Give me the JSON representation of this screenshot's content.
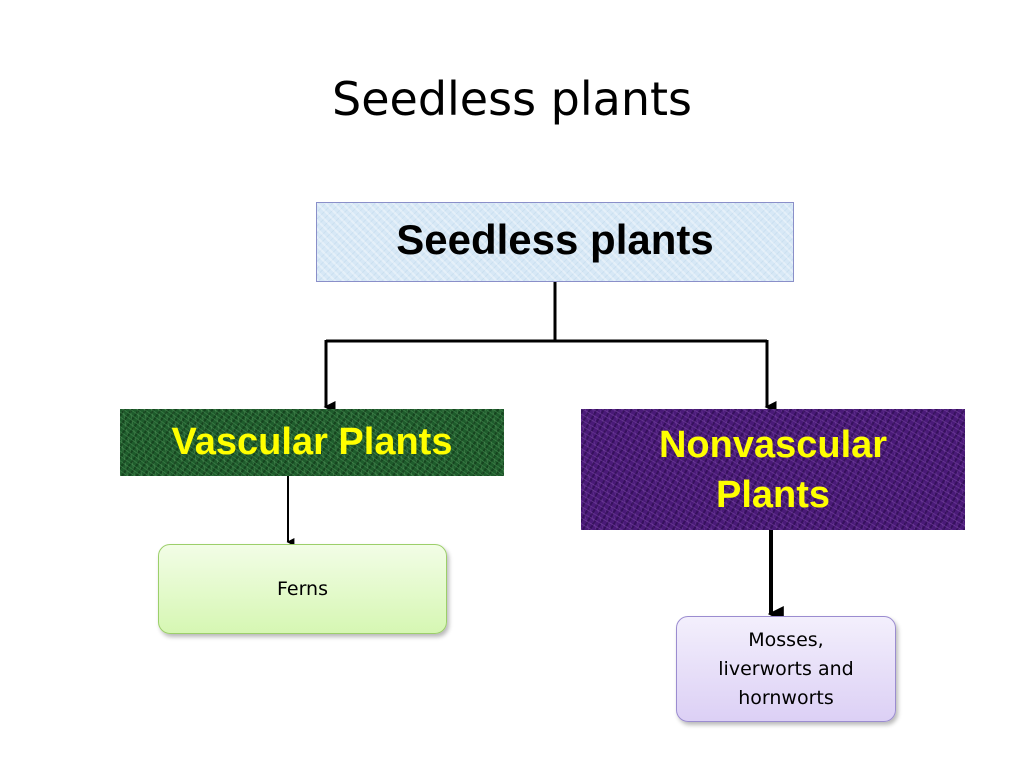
{
  "slide": {
    "title": "Seedless plants"
  },
  "diagram": {
    "root": {
      "label": "Seedless plants"
    },
    "branches": [
      {
        "label": "Vascular Plants",
        "example": "Ferns"
      },
      {
        "label_lines": [
          "Nonvascular",
          "Plants"
        ],
        "example_lines": [
          "Mosses,",
          "liverworts and",
          "hornworts"
        ]
      }
    ]
  },
  "colors": {
    "root_fill": "#d7e8f6",
    "vascular_fill": "#1f5c2c",
    "nonvascular_fill": "#4a1a78",
    "category_text": "#ffff00",
    "ferns_fill": "#d6f7b3",
    "mosses_fill": "#dcd0f5",
    "connector": "#000000"
  }
}
